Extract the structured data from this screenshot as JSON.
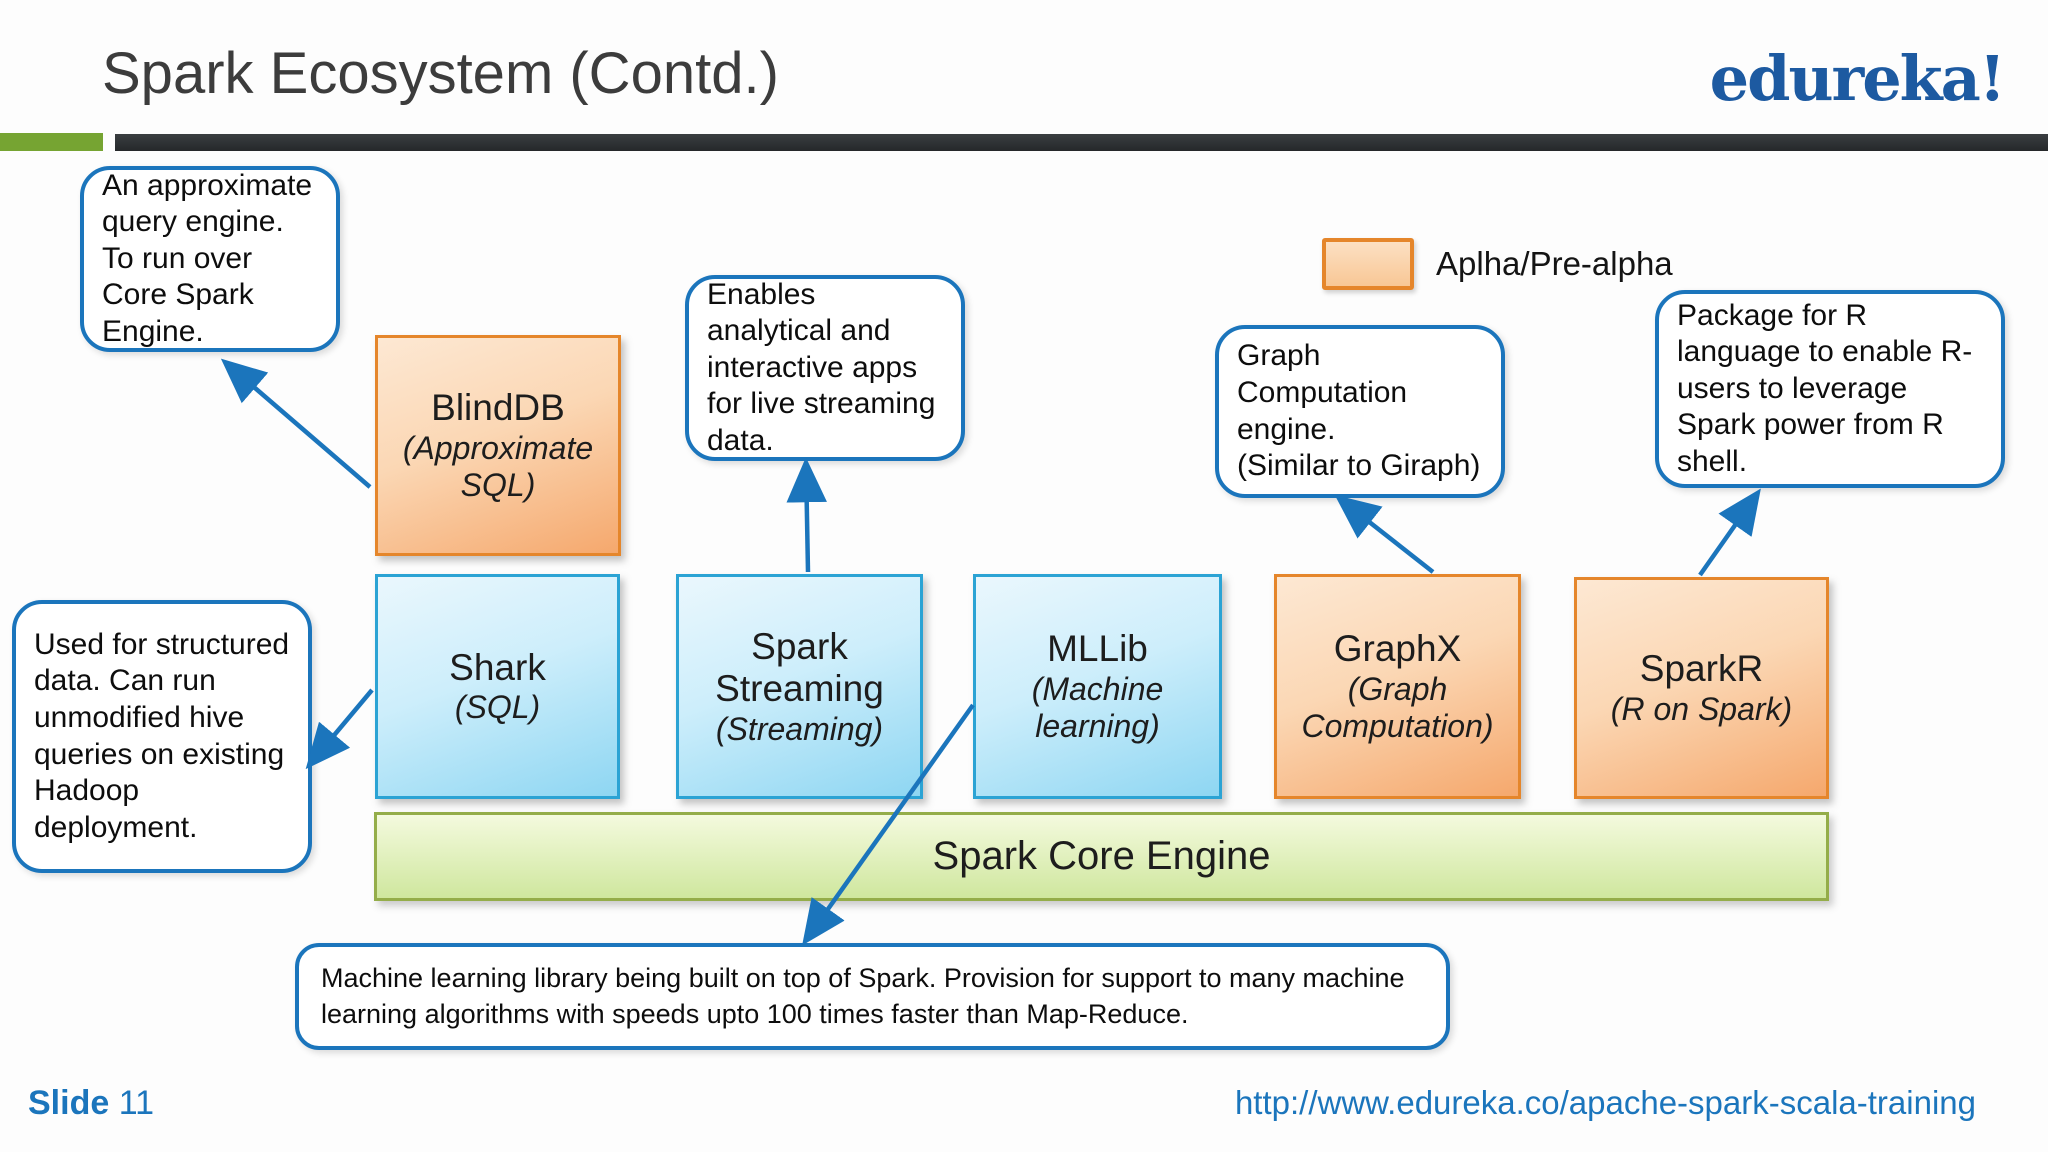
{
  "header": {
    "title": "Spark Ecosystem (Contd.)",
    "logo_text": "edureka!"
  },
  "legend": {
    "label": "Aplha/Pre-alpha",
    "swatch_meaning_color": "#f8c795"
  },
  "callouts": {
    "blinddb": "An approximate query engine. To run over Core Spark Engine.",
    "streaming": "Enables analytical and interactive apps for live streaming data.",
    "graphx": "Graph Computation engine.\n(Similar to Giraph)",
    "sparkr": "Package for R language to enable R-users to leverage Spark power from R shell.",
    "shark": "Used for structured data. Can run unmodified hive queries on existing Hadoop deployment.",
    "mllib": "Machine learning library being built on top of Spark. Provision for support to many machine learning  algorithms with speeds upto 100 times faster than Map-Reduce."
  },
  "boxes": {
    "blinddb": {
      "name": "BlindDB",
      "sub": "(Approximate SQL)",
      "status": "alpha/pre-alpha"
    },
    "shark": {
      "name": "Shark",
      "sub": "(SQL)",
      "status": "released"
    },
    "spark_streaming": {
      "name": "Spark Streaming",
      "sub": "(Streaming)",
      "status": "released"
    },
    "mllib": {
      "name": "MLLib",
      "sub": "(Machine learning)",
      "status": "released"
    },
    "graphx": {
      "name": "GraphX",
      "sub": "(Graph Computation)",
      "status": "alpha/pre-alpha"
    },
    "sparkr": {
      "name": "SparkR",
      "sub": "(R on Spark)",
      "status": "alpha/pre-alpha"
    }
  },
  "core": {
    "label": "Spark Core Engine"
  },
  "footer": {
    "slide_label": "Slide",
    "slide_number": "11",
    "url": "http://www.edureka.co/apache-spark-scala-training"
  },
  "colors": {
    "accent_green": "#76a432",
    "header_bar": "#2e3134",
    "callout_border_blue": "#1b75bc",
    "arrow_blue": "#1b75bc",
    "orange_border": "#e5862b",
    "blue_border": "#2ba3d4",
    "green_border": "#94ad49",
    "logo_blue": "#1d5aa1",
    "link_blue": "#1b75bc"
  }
}
